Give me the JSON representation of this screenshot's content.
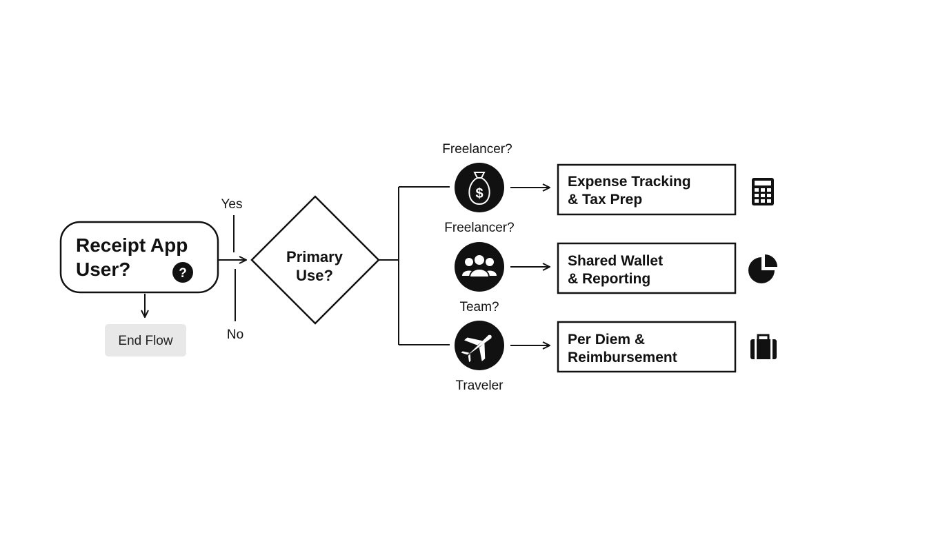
{
  "start": {
    "line1": "Receipt App",
    "line2": "User?",
    "badge": "?"
  },
  "end_button": {
    "label": "End Flow"
  },
  "branch_labels": {
    "yes": "Yes",
    "no": "No"
  },
  "decision": {
    "line1": "Primary",
    "line2": "Use?"
  },
  "paths": [
    {
      "label_above": "Freelancer?",
      "label_below": "",
      "circle_icon": "money-bag-icon",
      "box_line1": "Expense Tracking",
      "box_line2": "& Tax Prep",
      "side_icon": "calculator-icon"
    },
    {
      "label_above": "Freelancer?",
      "label_below": "Team?",
      "circle_icon": "team-icon",
      "box_line1": "Shared Wallet",
      "box_line2": "& Reporting",
      "side_icon": "pie-chart-icon"
    },
    {
      "label_above": "",
      "label_below": "Traveler",
      "circle_icon": "airplane-icon",
      "box_line1": "Per Diem &",
      "box_line2": "Reimbursement",
      "side_icon": "briefcase-icon"
    }
  ],
  "colors": {
    "ink": "#111111",
    "end_button_bg": "#e8e8e8"
  }
}
